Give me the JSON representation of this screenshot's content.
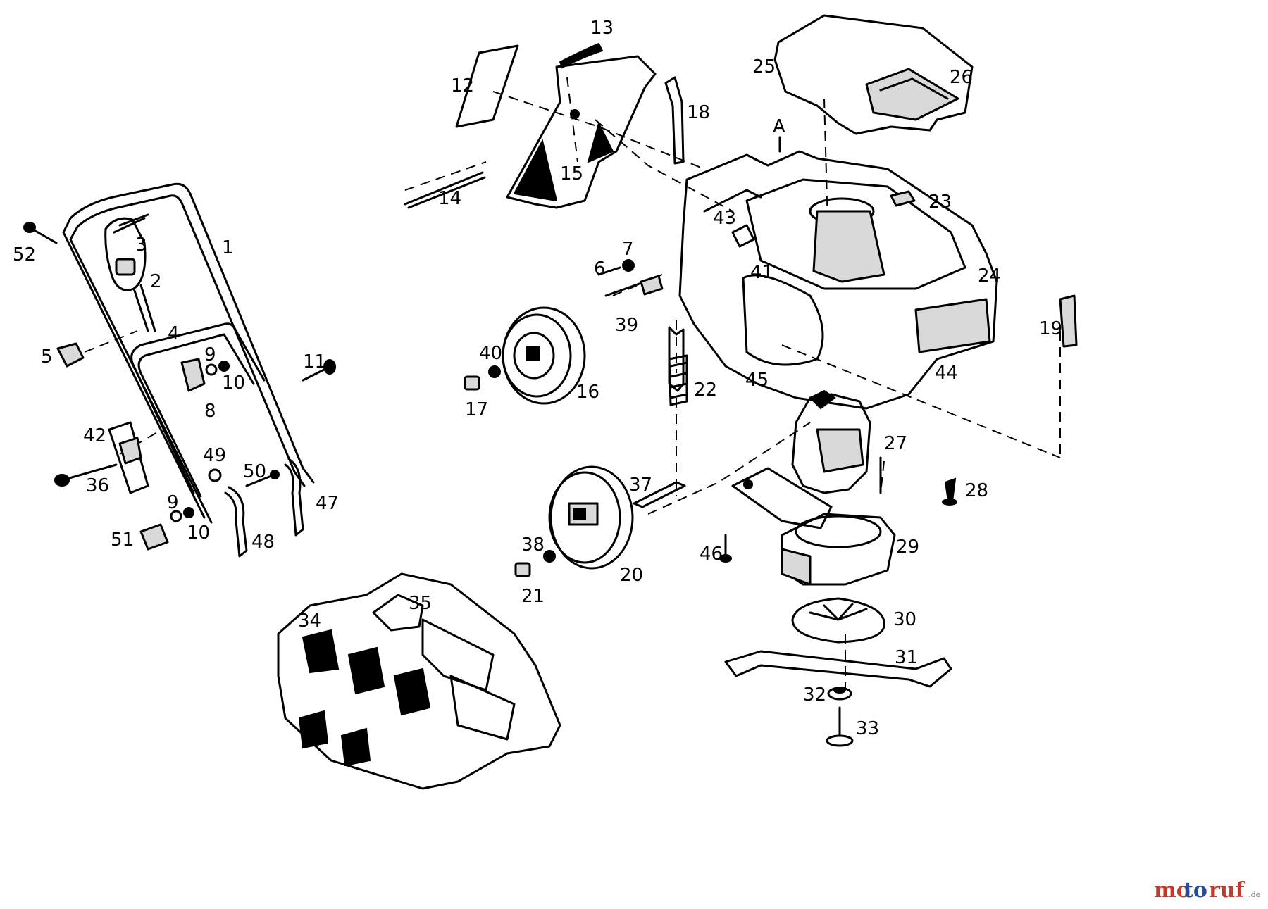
{
  "labels": {
    "l1": "1",
    "l2": "2",
    "l3": "3",
    "l4": "4",
    "l5": "5",
    "l6": "6",
    "l7": "7",
    "l8": "8",
    "l9a": "9",
    "l9b": "9",
    "l10a": "10",
    "l10b": "10",
    "l11": "11",
    "l12": "12",
    "l13": "13",
    "l14": "14",
    "l15": "15",
    "l16": "16",
    "l17": "17",
    "l18": "18",
    "l19": "19",
    "l20": "20",
    "l21": "21",
    "l22": "22",
    "l23": "23",
    "l24": "24",
    "l25": "25",
    "l26": "26",
    "l27": "27",
    "l28": "28",
    "l29": "29",
    "l30": "30",
    "l31": "31",
    "l32": "32",
    "l33": "33",
    "l34": "34",
    "l35": "35",
    "l36": "36",
    "l37": "37",
    "l38": "38",
    "l39": "39",
    "l40": "40",
    "l41": "41",
    "l42": "42",
    "l43": "43",
    "l44": "44",
    "l45": "45",
    "l46": "46",
    "l47": "47",
    "l48": "48",
    "l49": "49",
    "l50": "50",
    "l51": "51",
    "l52": "52",
    "lA": "A"
  },
  "watermark": {
    "mo": "mo",
    "to": "to",
    "ruf": "ruf",
    "suffix": ".de"
  },
  "colors": {
    "ink": "#000000",
    "wm_red": "#c0392b",
    "wm_blue": "#1f4e9c",
    "wm_grey": "#7f7f7f"
  }
}
